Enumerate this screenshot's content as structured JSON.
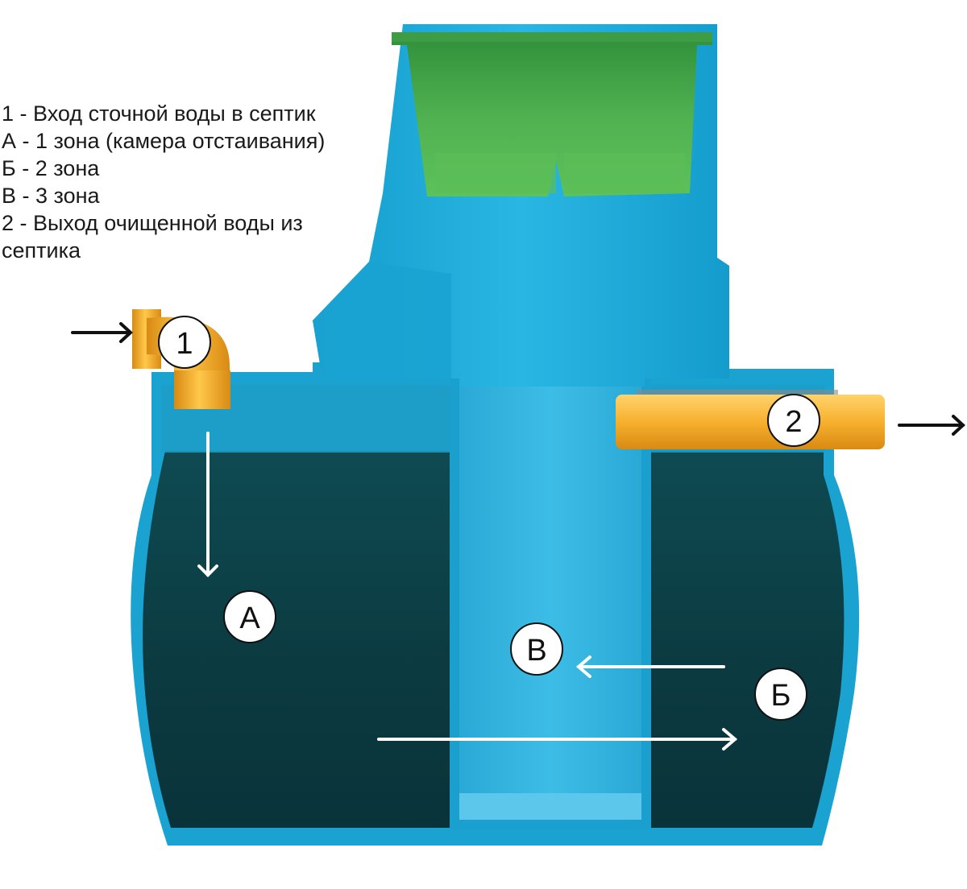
{
  "legend": [
    "1 - Вход сточной воды в септик",
    "А - 1 зона (камера отстаивания)",
    "Б - 2 зона",
    "В - 3 зона",
    "2 - Выход очищенной воды из септика"
  ],
  "markers": {
    "inlet": "1",
    "outlet": "2",
    "zone_a": "А",
    "zone_b": "Б",
    "zone_v": "В"
  },
  "colors": {
    "tank_body": "#1aa3d1",
    "tank_inner": "#2fb4df",
    "water": "#0c3f45",
    "lid": "#4caf50",
    "pipe": "#f5a623",
    "flow_arrow": "#ffffff",
    "outer_arrow": "#111111"
  }
}
